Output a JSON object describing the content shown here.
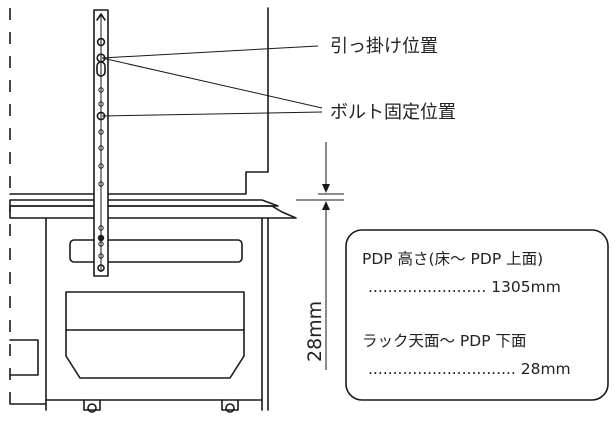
{
  "callouts": {
    "hook_position": "引っ掛け位置",
    "bolt_position": "ボルト固定位置"
  },
  "dimension": {
    "label": "28mm"
  },
  "info_box": {
    "pdp_height_label": "PDP 高さ(床～ PDP 上面)",
    "pdp_height_value": "........................ 1305mm",
    "rack_to_pdp_label": "ラック天面～ PDP 下面",
    "rack_to_pdp_value": ".............................. 28mm"
  }
}
